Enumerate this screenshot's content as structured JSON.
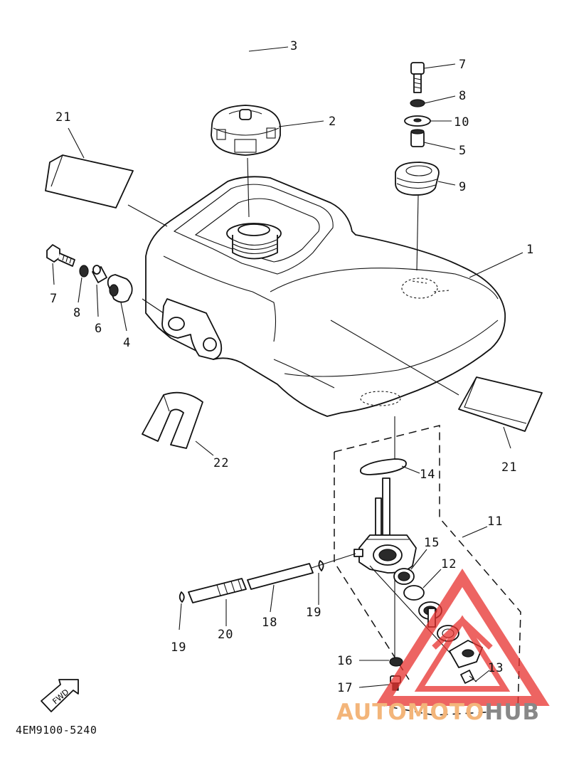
{
  "diagram": {
    "part_code": "4EM9100-5240",
    "fwd_label": "FWD",
    "callouts": [
      {
        "id": "c3",
        "text": "3"
      },
      {
        "id": "c2",
        "text": "2"
      },
      {
        "id": "c21a",
        "text": "21"
      },
      {
        "id": "c7a",
        "text": "7"
      },
      {
        "id": "c8a",
        "text": "8"
      },
      {
        "id": "c10",
        "text": "10"
      },
      {
        "id": "c5",
        "text": "5"
      },
      {
        "id": "c9",
        "text": "9"
      },
      {
        "id": "c1",
        "text": "1"
      },
      {
        "id": "c7b",
        "text": "7"
      },
      {
        "id": "c8b",
        "text": "8"
      },
      {
        "id": "c6",
        "text": "6"
      },
      {
        "id": "c4",
        "text": "4"
      },
      {
        "id": "c22",
        "text": "22"
      },
      {
        "id": "c21b",
        "text": "21"
      },
      {
        "id": "c14",
        "text": "14"
      },
      {
        "id": "c11",
        "text": "11"
      },
      {
        "id": "c15",
        "text": "15"
      },
      {
        "id": "c12",
        "text": "12"
      },
      {
        "id": "c19a",
        "text": "19"
      },
      {
        "id": "c18",
        "text": "18"
      },
      {
        "id": "c20",
        "text": "20"
      },
      {
        "id": "c19b",
        "text": "19"
      },
      {
        "id": "c16",
        "text": "16"
      },
      {
        "id": "c13",
        "text": "13"
      },
      {
        "id": "c17",
        "text": "17"
      }
    ]
  },
  "watermark": {
    "part1": "AUTOMOTO",
    "part2": "HUB",
    "color_primary": "#f3b57a",
    "color_secondary": "#888888",
    "logo_color": "#e8312e"
  }
}
